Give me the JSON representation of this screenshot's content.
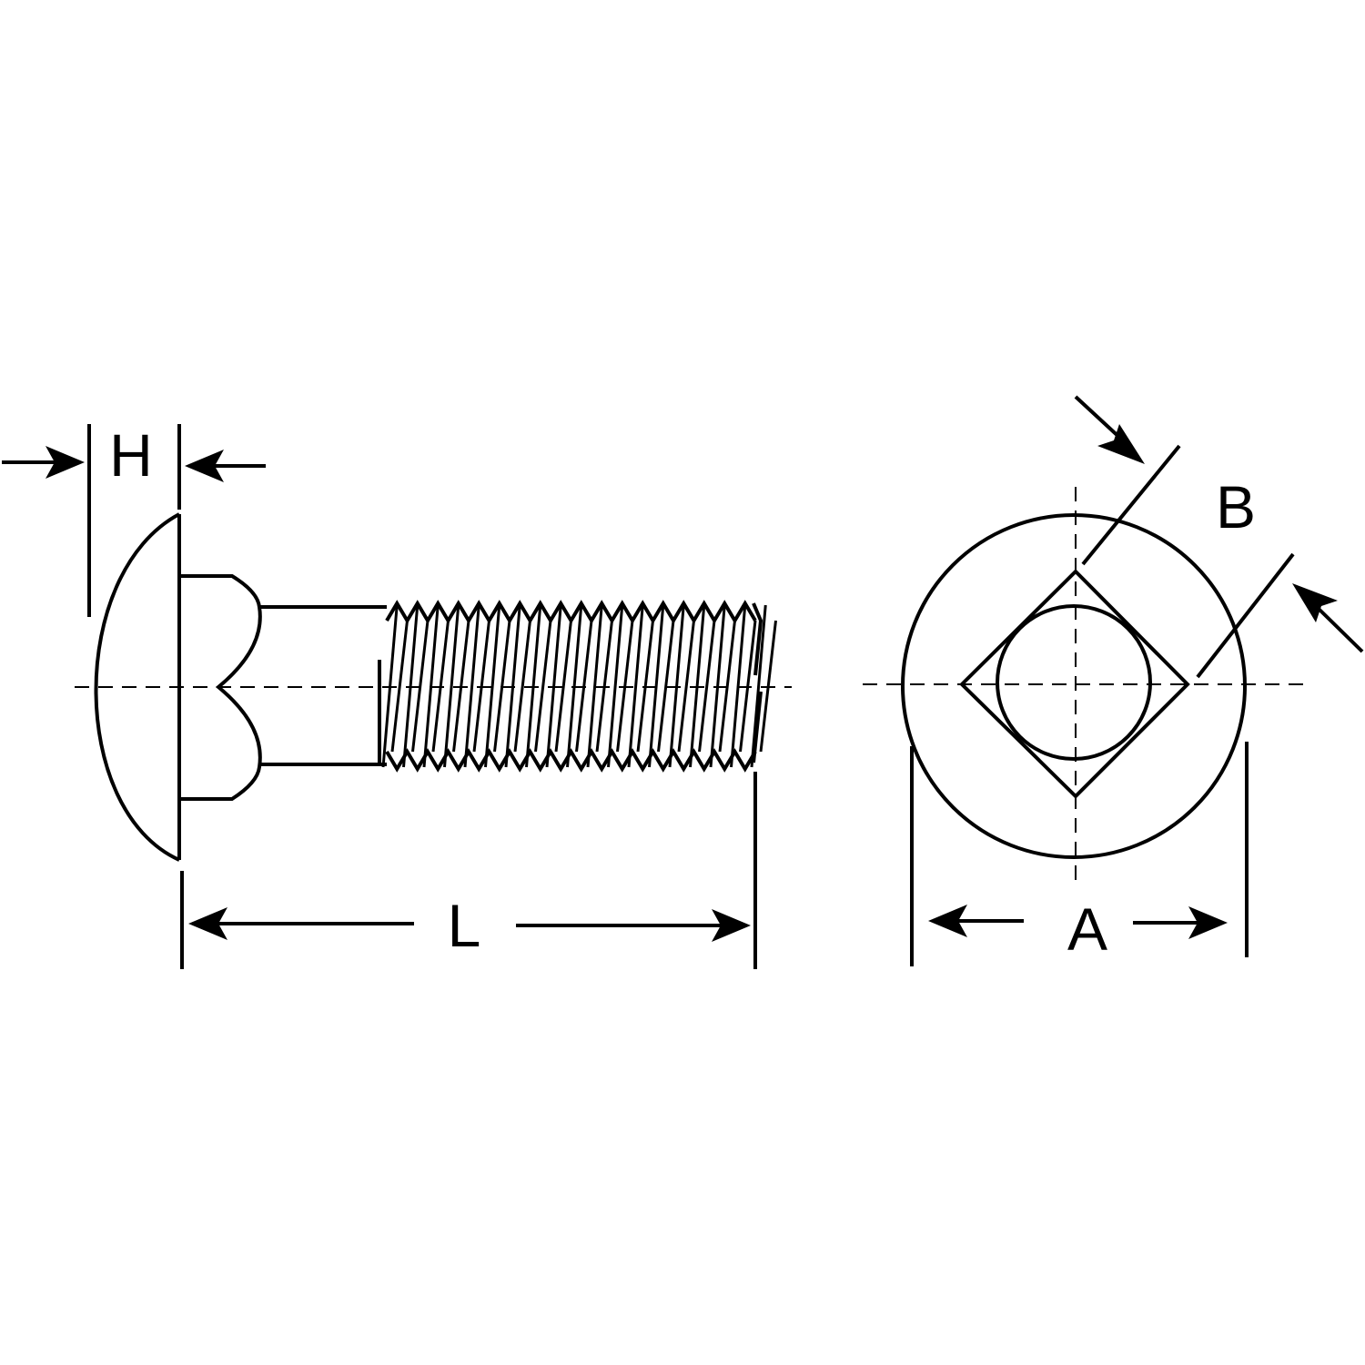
{
  "labels": {
    "head_height": "H",
    "length": "L",
    "head_diameter": "A",
    "square_width": "B"
  }
}
